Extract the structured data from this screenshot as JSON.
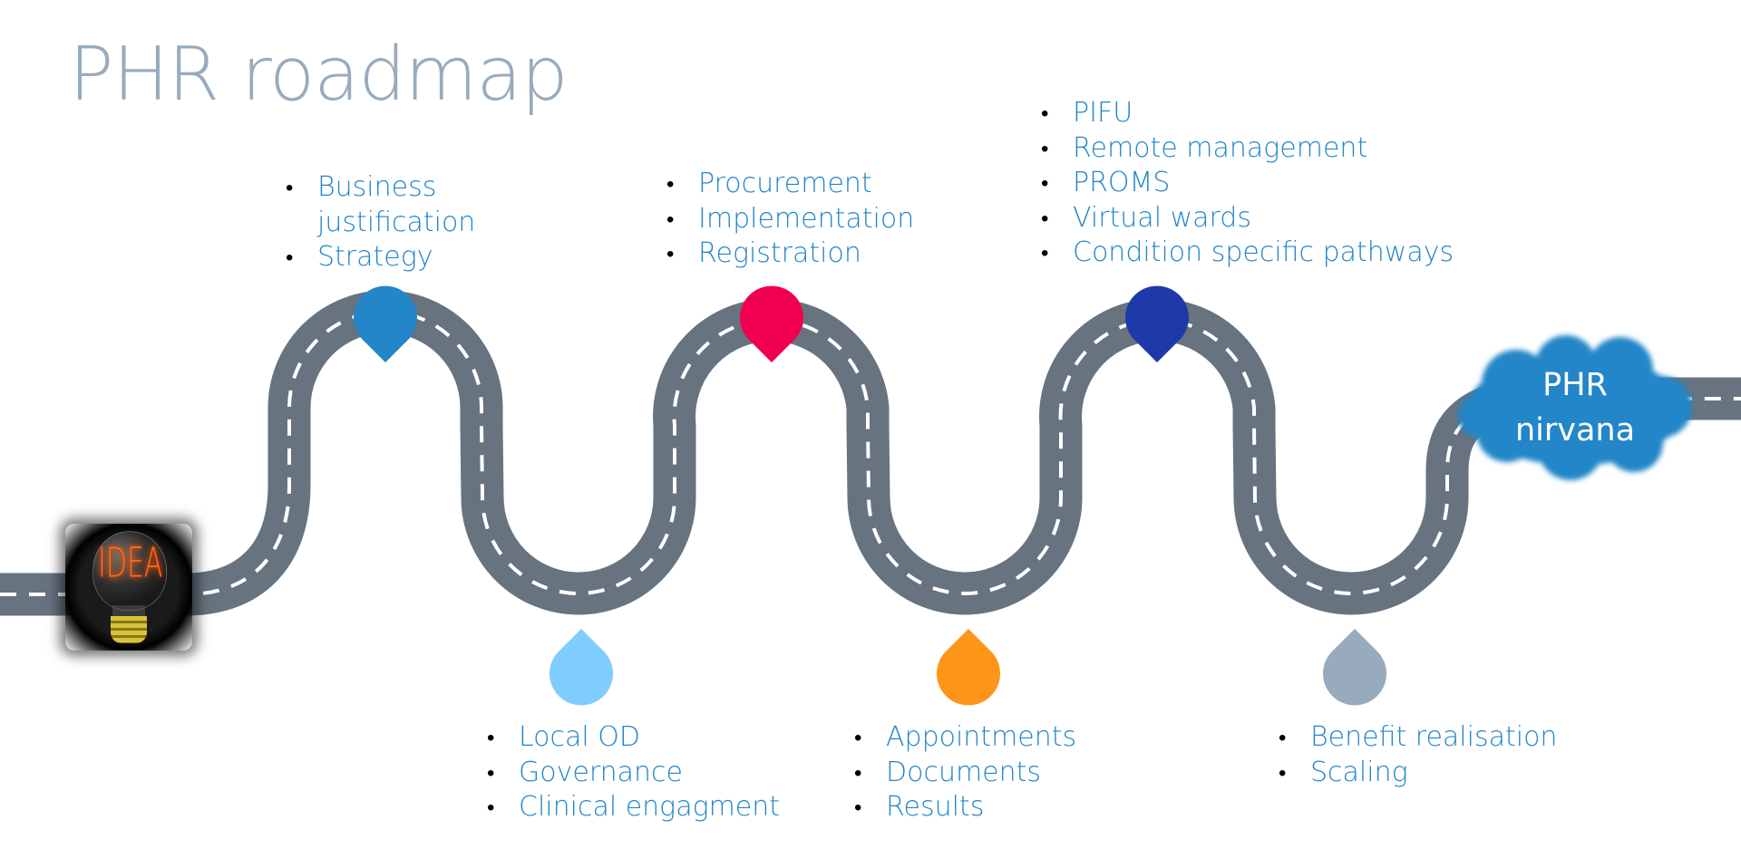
{
  "title": "PHR roadmap",
  "start": {
    "label": "IDEA",
    "icon": "lightbulb-icon"
  },
  "destination": {
    "line1": "PHR",
    "line2": "nirvana",
    "color": "#2386c8"
  },
  "colors": {
    "road": "#67737f",
    "road_marking": "#ffffff",
    "text": "#2386c8",
    "title": "#98abbe"
  },
  "milestones": [
    {
      "position": "above",
      "pin_color": "#2386c8",
      "items": [
        "Business justification",
        "Strategy"
      ]
    },
    {
      "position": "below",
      "pin_color": "#7fcdfd",
      "items": [
        "Local OD",
        "Governance",
        "Clinical engagment"
      ]
    },
    {
      "position": "above",
      "pin_color": "#f0004f",
      "items": [
        "Procurement",
        "Implementation",
        "Registration"
      ]
    },
    {
      "position": "below",
      "pin_color": "#fd9618",
      "items": [
        "Appointments",
        "Documents",
        "Results"
      ]
    },
    {
      "position": "above",
      "pin_color": "#1d3aa8",
      "items": [
        "PIFU",
        "Remote management",
        "PROMS",
        "Virtual wards",
        "Condition specific pathways"
      ]
    },
    {
      "position": "below",
      "pin_color": "#98abbe",
      "items": [
        "Benefit realisation",
        "Scaling"
      ]
    }
  ]
}
